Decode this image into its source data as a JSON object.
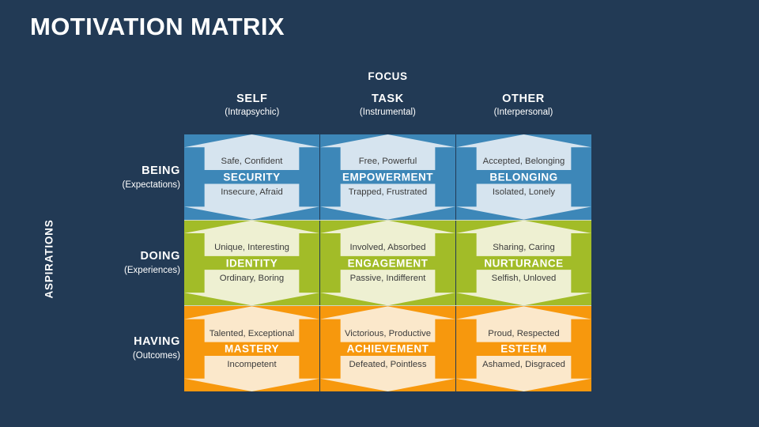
{
  "slide": {
    "title": "MOTIVATION MATRIX",
    "background_color": "#223a55"
  },
  "axes": {
    "columns": {
      "axis_label": "FOCUS",
      "headers": [
        {
          "title": "SELF",
          "subtitle": "(Intrapsychic)"
        },
        {
          "title": "TASK",
          "subtitle": "(Instrumental)"
        },
        {
          "title": "OTHER",
          "subtitle": "(Interpersonal)"
        }
      ]
    },
    "rows": {
      "axis_label": "ASPIRATIONS",
      "headers": [
        {
          "title": "BEING",
          "subtitle": "(Expectations)"
        },
        {
          "title": "DOING",
          "subtitle": "(Experiences)"
        },
        {
          "title": "HAVING",
          "subtitle": "(Outcomes)"
        }
      ]
    }
  },
  "matrix": {
    "rows": [
      {
        "row_key": "being",
        "fill_color": "#3d87b8",
        "band_color": "#d6e4ef",
        "cells": [
          {
            "label": "SECURITY",
            "positive": "Safe, Confident",
            "negative": "Insecure, Afraid"
          },
          {
            "label": "EMPOWERMENT",
            "positive": "Free, Powerful",
            "negative": "Trapped, Frustrated"
          },
          {
            "label": "BELONGING",
            "positive": "Accepted, Belonging",
            "negative": "Isolated, Lonely"
          }
        ]
      },
      {
        "row_key": "doing",
        "fill_color": "#a2bc28",
        "band_color": "#eef0d2",
        "cells": [
          {
            "label": "IDENTITY",
            "positive": "Unique, Interesting",
            "negative": "Ordinary, Boring"
          },
          {
            "label": "ENGAGEMENT",
            "positive": "Involved, Absorbed",
            "negative": "Passive, Indifferent"
          },
          {
            "label": "NURTURANCE",
            "positive": "Sharing, Caring",
            "negative": "Selfish, Unloved"
          }
        ]
      },
      {
        "row_key": "having",
        "fill_color": "#f7980d",
        "band_color": "#fbe8cb",
        "cells": [
          {
            "label": "MASTERY",
            "positive": "Talented, Exceptional",
            "negative": "Incompetent"
          },
          {
            "label": "ACHIEVEMENT",
            "positive": "Victorious, Productive",
            "negative": "Defeated, Pointless"
          },
          {
            "label": "ESTEEM",
            "positive": "Proud, Respected",
            "negative": "Ashamed, Disgraced"
          }
        ]
      }
    ]
  }
}
